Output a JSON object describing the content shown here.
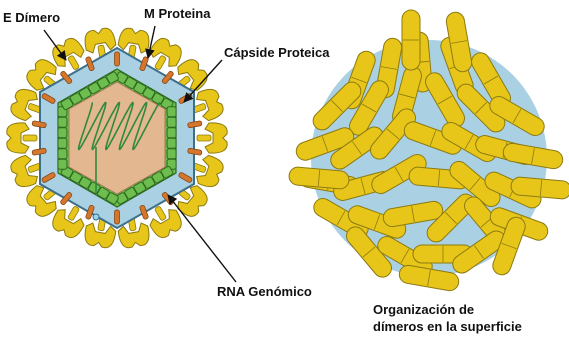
{
  "labels": {
    "e_dimer": "E Dímero",
    "m_protein": "M Proteina",
    "capsid": "Cápside Proteica",
    "rna": "RNA Genómico",
    "surface_line1": "Organización de",
    "surface_line2": "dímeros en la superficie"
  },
  "colors": {
    "envelope_yellow": "#e7c619",
    "yellow_stroke": "#8c7a10",
    "membrane_blue": "#a9d1e3",
    "capsid_green": "#6dbd4f",
    "core": "#e3b790",
    "m_protein": "#d4772c",
    "rna": "#2f8a3d"
  }
}
